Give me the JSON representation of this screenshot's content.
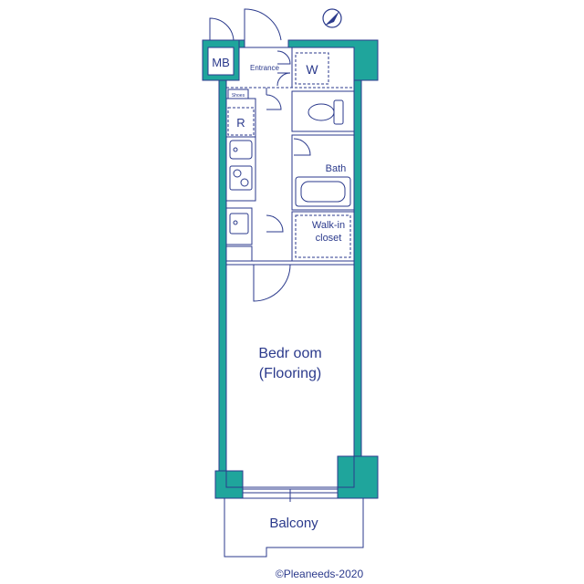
{
  "colors": {
    "wall": "#1fa59c",
    "wall_stroke": "#2b3a8c",
    "line": "#2b3a8c",
    "background": "#ffffff"
  },
  "icons": [
    "compass-north-arrow-icon",
    "door-swing-icon",
    "sink-icon",
    "stove-icon",
    "toilet-icon",
    "bathtub-icon"
  ],
  "rooms": {
    "mb": "MB",
    "entrance": "Entrance",
    "washer": "W",
    "shoes": "Shoes",
    "refrigerator": "R",
    "bath": "Bath",
    "walk_in_closet_line1": "Walk-in",
    "walk_in_closet_line2": "closet",
    "bedroom_line1": "Bedr oom",
    "bedroom_line2": "(Flooring)",
    "balcony": "Balcony"
  },
  "copyright": "©Pleaneeds-2020"
}
